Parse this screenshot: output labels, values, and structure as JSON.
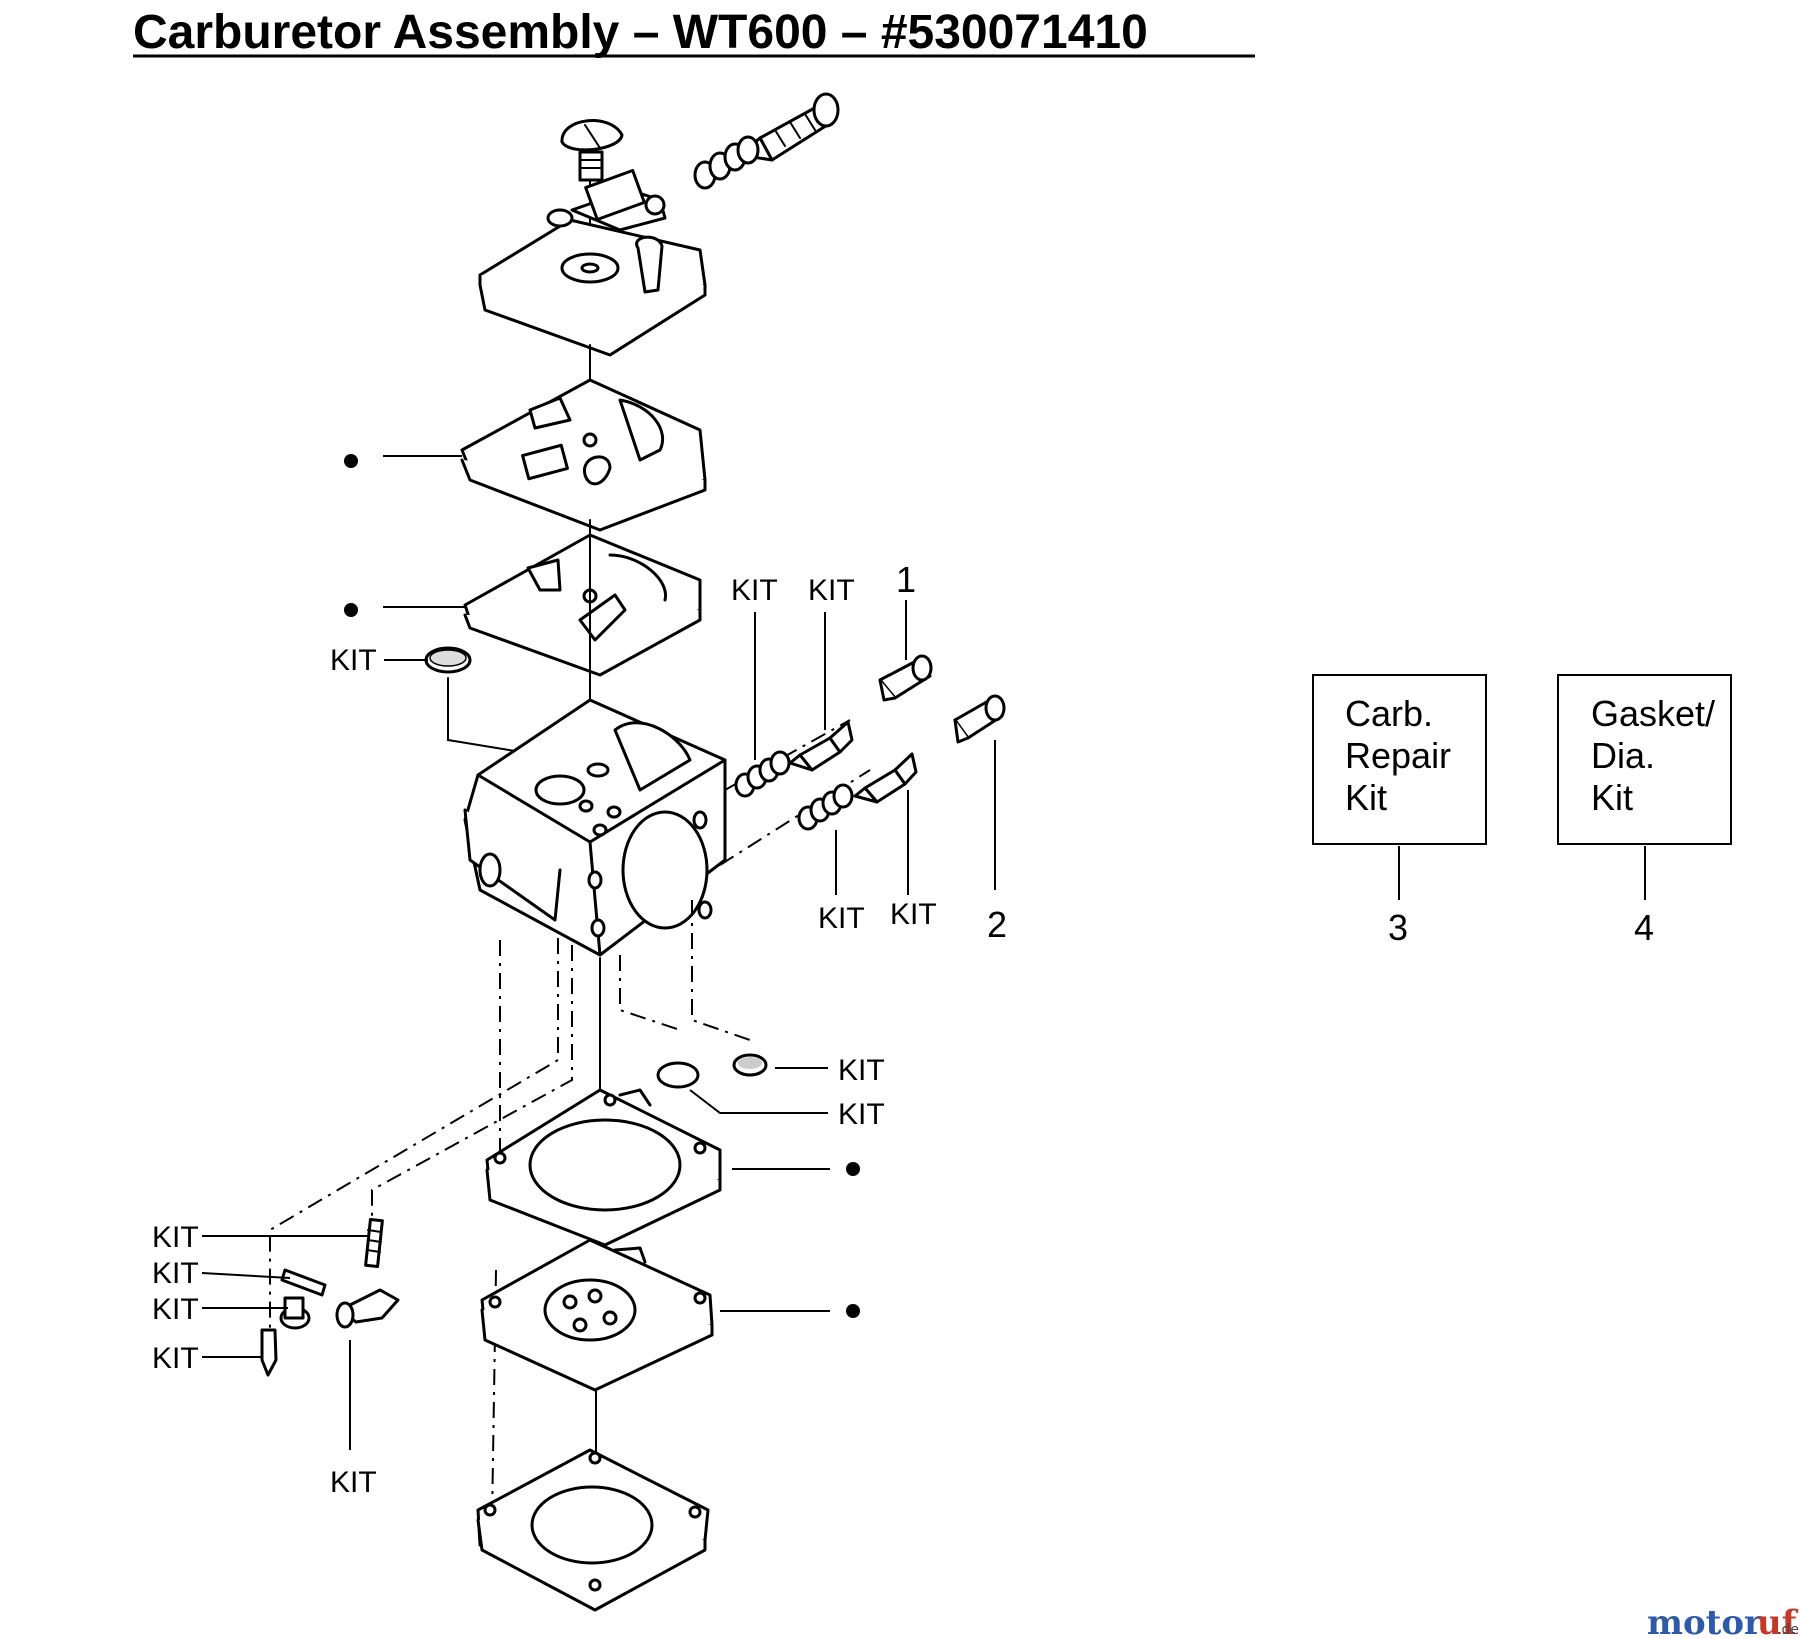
{
  "title": "Carburetor Assembly – WT600 – #530071410",
  "callout_labels": {
    "kit": "KIT",
    "n1": "1",
    "n2": "2",
    "n3": "3",
    "n4": "4"
  },
  "legend": {
    "repair_kit": [
      "Carb.",
      "Repair",
      "Kit"
    ],
    "gasket_kit": [
      "Gasket/",
      "Dia.",
      "Kit"
    ]
  },
  "watermark": {
    "part1": "motor",
    "part2": "uf",
    "part3": ".de"
  },
  "colors": {
    "ink": "#000000",
    "watermark_blue": "#2f5aa8",
    "watermark_red": "#c0392b"
  }
}
